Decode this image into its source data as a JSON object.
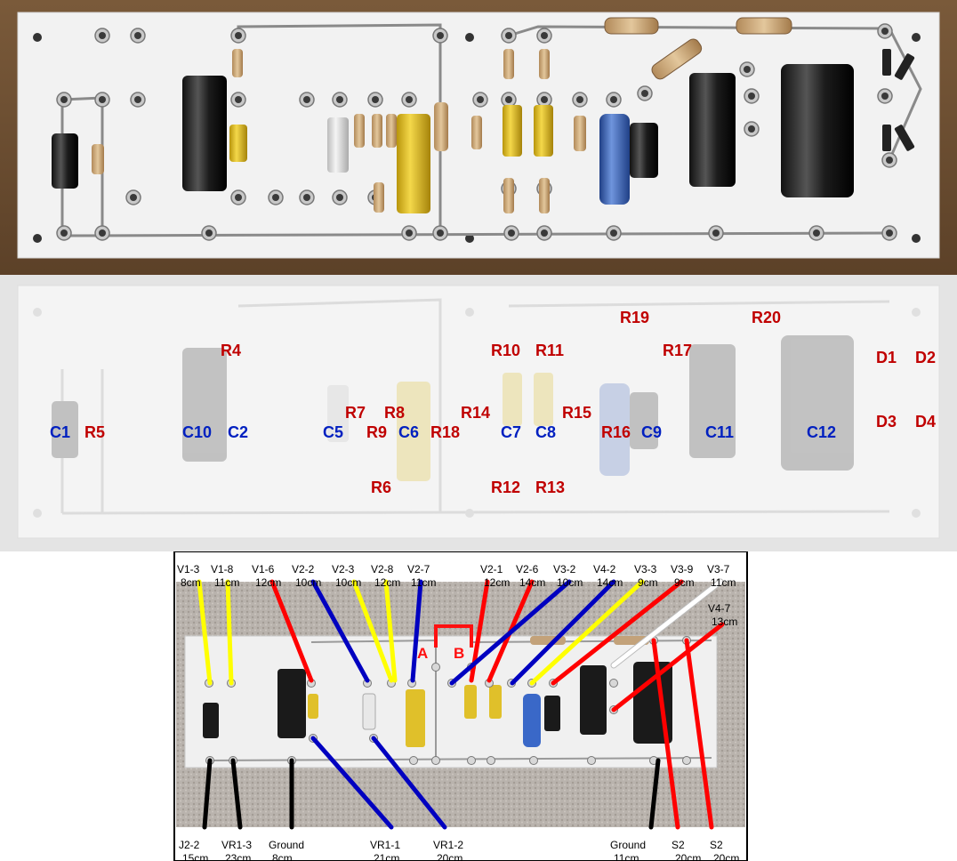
{
  "board_refs": {
    "red": [
      {
        "id": "R4",
        "label": "R4"
      },
      {
        "id": "R5",
        "label": "R5"
      },
      {
        "id": "R6",
        "label": "R6"
      },
      {
        "id": "R7",
        "label": "R7"
      },
      {
        "id": "R8",
        "label": "R8"
      },
      {
        "id": "R9",
        "label": "R9"
      },
      {
        "id": "R10",
        "label": "R10"
      },
      {
        "id": "R11",
        "label": "R11"
      },
      {
        "id": "R12",
        "label": "R12"
      },
      {
        "id": "R13",
        "label": "R13"
      },
      {
        "id": "R14",
        "label": "R14"
      },
      {
        "id": "R15",
        "label": "R15"
      },
      {
        "id": "R16",
        "label": "R16"
      },
      {
        "id": "R17",
        "label": "R17"
      },
      {
        "id": "R18",
        "label": "R18"
      },
      {
        "id": "R19",
        "label": "R19"
      },
      {
        "id": "R20",
        "label": "R20"
      },
      {
        "id": "D1",
        "label": "D1"
      },
      {
        "id": "D2",
        "label": "D2"
      },
      {
        "id": "D3",
        "label": "D3"
      },
      {
        "id": "D4",
        "label": "D4"
      }
    ],
    "blue": [
      {
        "id": "C1",
        "label": "C1"
      },
      {
        "id": "C2",
        "label": "C2"
      },
      {
        "id": "C5",
        "label": "C5"
      },
      {
        "id": "C6",
        "label": "C6"
      },
      {
        "id": "C7",
        "label": "C7"
      },
      {
        "id": "C8",
        "label": "C8"
      },
      {
        "id": "C9",
        "label": "C9"
      },
      {
        "id": "C10",
        "label": "C10"
      },
      {
        "id": "C11",
        "label": "C11"
      },
      {
        "id": "C12",
        "label": "C12"
      }
    ]
  },
  "jumpers": {
    "a": "A",
    "b": "B"
  },
  "top_wires": [
    {
      "id": "w1",
      "label": "V1-3",
      "length": "8cm",
      "color": "#ffff00"
    },
    {
      "id": "w2",
      "label": "V1-8",
      "length": "11cm",
      "color": "#ffff00"
    },
    {
      "id": "w3",
      "label": "V1-6",
      "length": "12cm",
      "color": "#ff0000"
    },
    {
      "id": "w4",
      "label": "V2-2",
      "length": "10cm",
      "color": "#0000c0"
    },
    {
      "id": "w5",
      "label": "V2-3",
      "length": "10cm",
      "color": "#ffff00"
    },
    {
      "id": "w6",
      "label": "V2-8",
      "length": "12cm",
      "color": "#ffff00"
    },
    {
      "id": "w7",
      "label": "V2-7",
      "length": "11cm",
      "color": "#0000c0"
    },
    {
      "id": "w8",
      "label": "V2-1",
      "length": "12cm",
      "color": "#ff0000"
    },
    {
      "id": "w9",
      "label": "V2-6",
      "length": "14cm",
      "color": "#ff0000"
    },
    {
      "id": "w10",
      "label": "V3-2",
      "length": "10cm",
      "color": "#0000c0"
    },
    {
      "id": "w11",
      "label": "V4-2",
      "length": "14cm",
      "color": "#0000c0"
    },
    {
      "id": "w12",
      "label": "V3-3",
      "length": "9cm",
      "color": "#ffff00"
    },
    {
      "id": "w13",
      "label": "V3-9",
      "length": "9cm",
      "color": "#ff0000"
    },
    {
      "id": "w14",
      "label": "V3-7",
      "length": "11cm",
      "color": "#ffffff"
    },
    {
      "id": "w15",
      "label": "V4-7",
      "length": "13cm",
      "color": "#ff0000"
    }
  ],
  "bottom_wires": [
    {
      "id": "b1",
      "label": "J2-2",
      "length": "15cm",
      "color": "#000000"
    },
    {
      "id": "b2",
      "label": "VR1-3",
      "length": "23cm",
      "color": "#000000"
    },
    {
      "id": "b3",
      "label": "Ground",
      "length": "8cm",
      "color": "#000000"
    },
    {
      "id": "b4",
      "label": "VR1-1",
      "length": "21cm",
      "color": "#0000c0"
    },
    {
      "id": "b5",
      "label": "VR1-2",
      "length": "20cm",
      "color": "#0000c0"
    },
    {
      "id": "b6",
      "label": "Ground",
      "length": "11cm",
      "color": "#000000"
    },
    {
      "id": "b7",
      "label": "S2",
      "length": "20cm",
      "color": "#ff0000"
    },
    {
      "id": "b8",
      "label": "S2",
      "length": "20cm",
      "color": "#ff0000"
    }
  ]
}
